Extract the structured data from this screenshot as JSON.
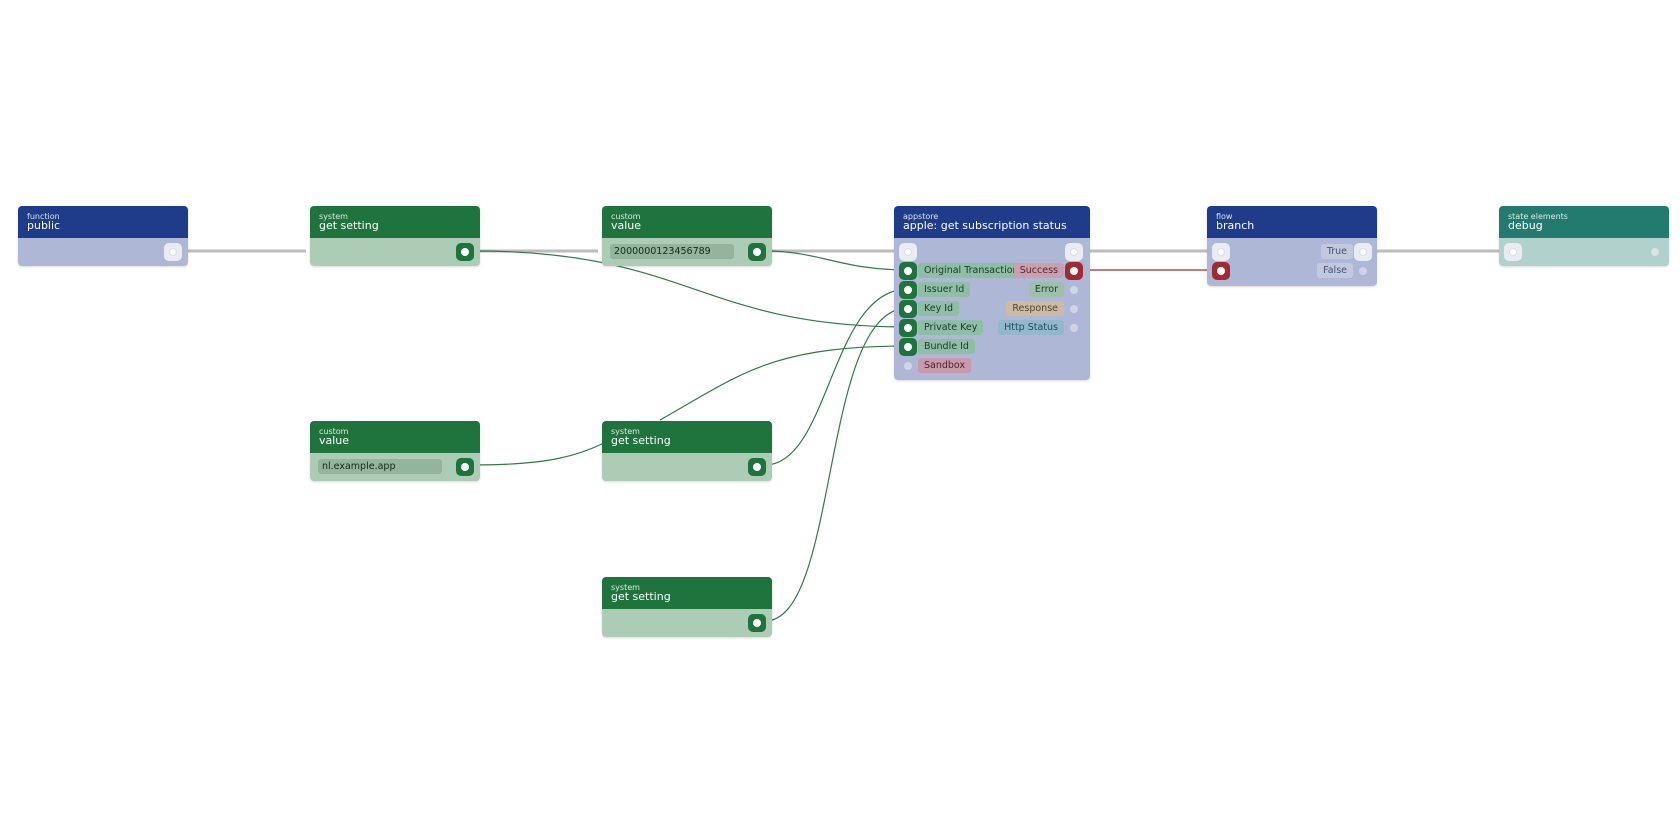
{
  "nodes": {
    "public": {
      "category": "function",
      "title": "public"
    },
    "get_setting_1": {
      "category": "system",
      "title": "get setting"
    },
    "value_1": {
      "category": "custom",
      "title": "value",
      "value": "2000000123456789"
    },
    "appstore": {
      "category": "appstore",
      "title": "apple: get subscription status",
      "inputs": [
        "Original Transaction Id",
        "Issuer Id",
        "Key Id",
        "Private Key",
        "Bundle Id",
        "Sandbox"
      ],
      "outputs": [
        "Success",
        "Error",
        "Response",
        "Http Status"
      ]
    },
    "branch": {
      "category": "flow",
      "title": "branch",
      "outputs": [
        "True",
        "False"
      ]
    },
    "debug": {
      "category": "state elements",
      "title": "debug"
    },
    "value_2": {
      "category": "custom",
      "title": "value",
      "value": "nl.example.app"
    },
    "get_setting_2": {
      "category": "system",
      "title": "get setting"
    },
    "get_setting_3": {
      "category": "system",
      "title": "get setting"
    }
  },
  "colors": {
    "flow_wire": "#bdbdbd",
    "data_wire": "#2f7a47",
    "error_wire": "#a02a33",
    "blue_header": "#1e3c8a",
    "green_header": "#1f733c",
    "teal_header": "#237a6f"
  }
}
